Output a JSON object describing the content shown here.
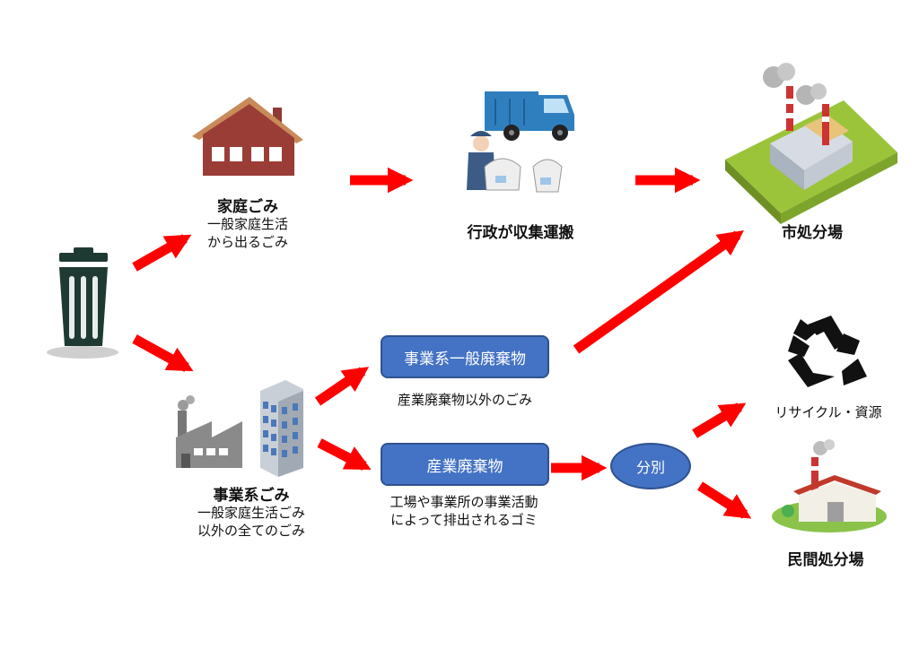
{
  "household": {
    "title": "家庭ごみ",
    "desc_line1": "一般家庭生活",
    "desc_line2": "から出るごみ"
  },
  "collection": {
    "title": "行政が収集運搬"
  },
  "city_facility": {
    "title": "市処分場"
  },
  "business": {
    "title": "事業系ごみ",
    "desc_line1": "一般家庭生活ごみ",
    "desc_line2": "以外の全てのごみ"
  },
  "general_business_waste": {
    "label": "事業系一般廃棄物",
    "desc": "産業廃棄物以外のごみ"
  },
  "industrial_waste": {
    "label": "産業廃棄物",
    "desc_line1": "工場や事業所の事業活動",
    "desc_line2": "によって排出されるゴミ"
  },
  "sorting": {
    "label": "分別"
  },
  "recycle": {
    "title": "リサイクル・資源"
  },
  "private_facility": {
    "title": "民間処分場"
  },
  "colors": {
    "arrow": "#ff0000",
    "box": "#4472c4",
    "box_border": "#2f528f"
  }
}
